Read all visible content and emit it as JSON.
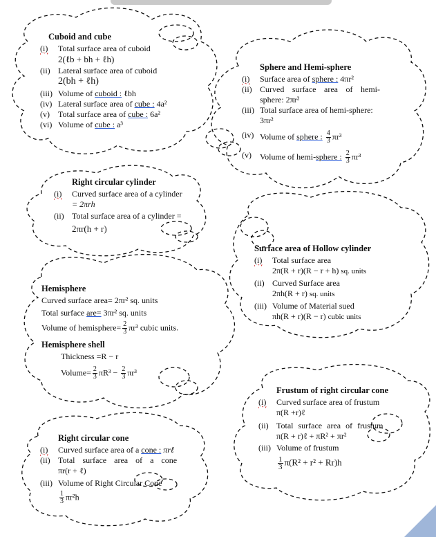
{
  "colors": {
    "ink": "#111111",
    "accent": "#9fb6d9",
    "topbar": "#c9c9c9"
  },
  "cuboid": {
    "title": "Cuboid and cube",
    "i_num": "(i)",
    "i_text": "Total surface area of cuboid",
    "i_formula": "2(ℓb + bh + ℓh)",
    "ii_num": "(ii)",
    "ii_text": "Lateral surface area of cuboid",
    "ii_formula": "2(bh + ℓh)",
    "iii_num": "(iii)",
    "iii_text": "Volume of ",
    "iii_link": "cuboid :",
    "iii_val": " ℓbh",
    "iv_num": "(iv)",
    "iv_text": "Lateral surface area of ",
    "iv_link": "cube :",
    "iv_val": " 4a²",
    "v_num": "(v)",
    "v_text": "Total surface area of ",
    "v_link": "cube :",
    "v_val": " 6a²",
    "vi_num": "(vi)",
    "vi_text": "Volume of ",
    "vi_link": "cube :",
    "vi_val": " a³"
  },
  "sphere": {
    "title": "Sphere and Hemi-sphere",
    "i_num": "(i)",
    "i_text": "Surface area of ",
    "i_link": "sphere :",
    "i_val": " 4πr²",
    "ii_num": "(ii)",
    "ii_text": "Curved surface area of hemi-sphere: 2πr²",
    "iii_num": "(iii)",
    "iii_text": "Total surface area of hemi-sphere:",
    "iii_val": "3πr²",
    "iv_num": "(iv)",
    "iv_text": "Volume of ",
    "iv_link": "sphere :",
    "iv_n": "4",
    "iv_d": "3",
    "iv_val": "πr³",
    "v_num": "(v)",
    "v_text": "Volume of hemi-",
    "v_link": "sphere :",
    "v_n": "2",
    "v_d": "3",
    "v_val": "πr³"
  },
  "cylinder": {
    "title": "Right circular cylinder",
    "i_num": "(i)",
    "i_text": "Curved surface area of a cylinder",
    "i_val": "= 2πrh",
    "ii_num": "(ii)",
    "ii_text": "Total surface area of a cylinder =",
    "ii_val": "2πr(h + r)"
  },
  "hollow": {
    "title": "Surface area of Hollow cylinder",
    "i_num": "(i)",
    "i_text": "Total surface area",
    "i_val": "2π(R + r)(R − r + h)",
    "i_unit": "sq. units",
    "ii_num": "(ii)",
    "ii_text": "Curved Surface area",
    "ii_val": "2πh(R + r)",
    "ii_unit": "sq. units",
    "iii_num": "(iii)",
    "iii_text": "Volume of Material sued",
    "iii_val": "πh(R + r)(R − r)",
    "iii_unit": "cubic units"
  },
  "hemisphere": {
    "title": "Hemisphere",
    "l1_text": "Curved surface area=",
    "l1_val": "2πr²",
    "l1_unit": "sq. units",
    "l2_text": "Total surface ",
    "l2_link": "are=",
    "l2_val": "3πr²",
    "l2_unit": "sq. units",
    "l3_text": "Volume of hemisphere=",
    "l3_n": "2",
    "l3_d": "3",
    "l3_val": "πr³",
    "l3_unit": "cubic units.",
    "shell_title": "Hemisphere shell",
    "thick_text": "Thickness =R − r",
    "vol_text": "Volume=",
    "vol_n1": "2",
    "vol_d1": "3",
    "vol_a": "πR³ −",
    "vol_n2": "2",
    "vol_d2": "3",
    "vol_b": "πr³"
  },
  "frustum": {
    "title": "Frustum of right circular cone",
    "i_num": "(i)",
    "i_text": "Curved surface area of frustum",
    "i_val": "π(R  +r)ℓ",
    "ii_num": "(ii)",
    "ii_text": "Total surface area of frustum",
    "ii_val": "π(R + r)ℓ + πR² + πr²",
    "iii_num": "(iii)",
    "iii_text": "Volume of frustum",
    "iii_n": "1",
    "iii_d": "3",
    "iii_val": "π(R² + r² + Rr)h"
  },
  "cone": {
    "title": "Right circular cone",
    "i_num": "(i)",
    "i_text": "Curved surface area of a ",
    "i_link": "cone :",
    "i_val": " πrℓ",
    "ii_num": "(ii)",
    "ii_text": "Total surface area of a cone",
    "ii_val": "πr(r + ℓ)",
    "iii_num": "(iii)",
    "iii_text": "Volume of Right Circular Cone",
    "iii_n": "1",
    "iii_d": "3",
    "iii_val": "πr²h"
  }
}
